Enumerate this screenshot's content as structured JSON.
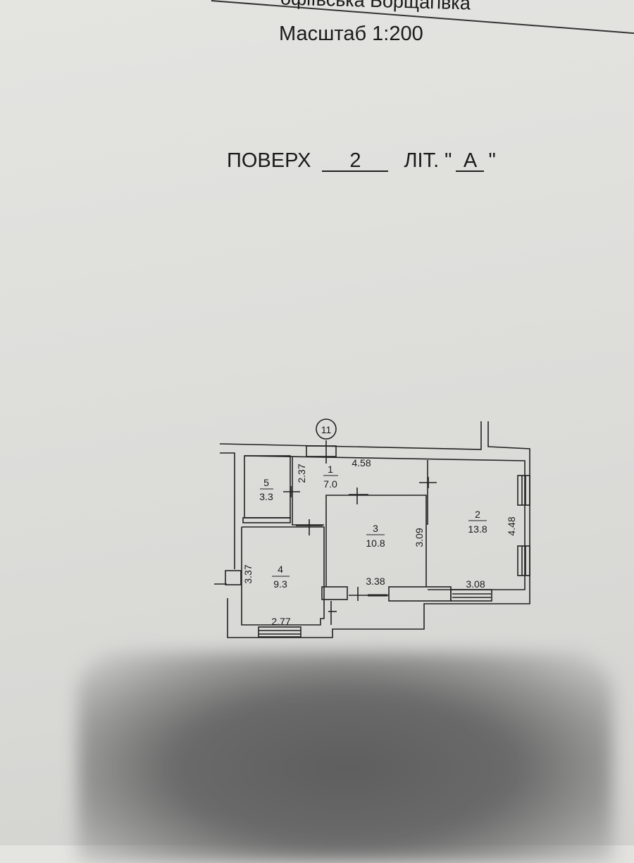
{
  "header": {
    "village": "офіївська Борщагівка",
    "scale": "Масштаб 1:200"
  },
  "floor": {
    "floor_label": "ПОВЕРХ",
    "floor_value": "2",
    "lit_label": "ЛІТ. \"",
    "lit_value": "А",
    "lit_close": "\""
  },
  "plan": {
    "axis_marker": "11",
    "rooms": [
      {
        "number": "1",
        "area": "7.0"
      },
      {
        "number": "2",
        "area": "13.8"
      },
      {
        "number": "3",
        "area": "10.8"
      },
      {
        "number": "4",
        "area": "9.3"
      },
      {
        "number": "5",
        "area": "3.3"
      }
    ],
    "dimensions": {
      "room1_length": "4.58",
      "room1_width": "2.37",
      "room2_length": "4.48",
      "room2_width": "3.08",
      "room3_length": "3.09",
      "room3_width": "3.38",
      "room4_length": "3.37",
      "room4_width": "2.77"
    }
  }
}
